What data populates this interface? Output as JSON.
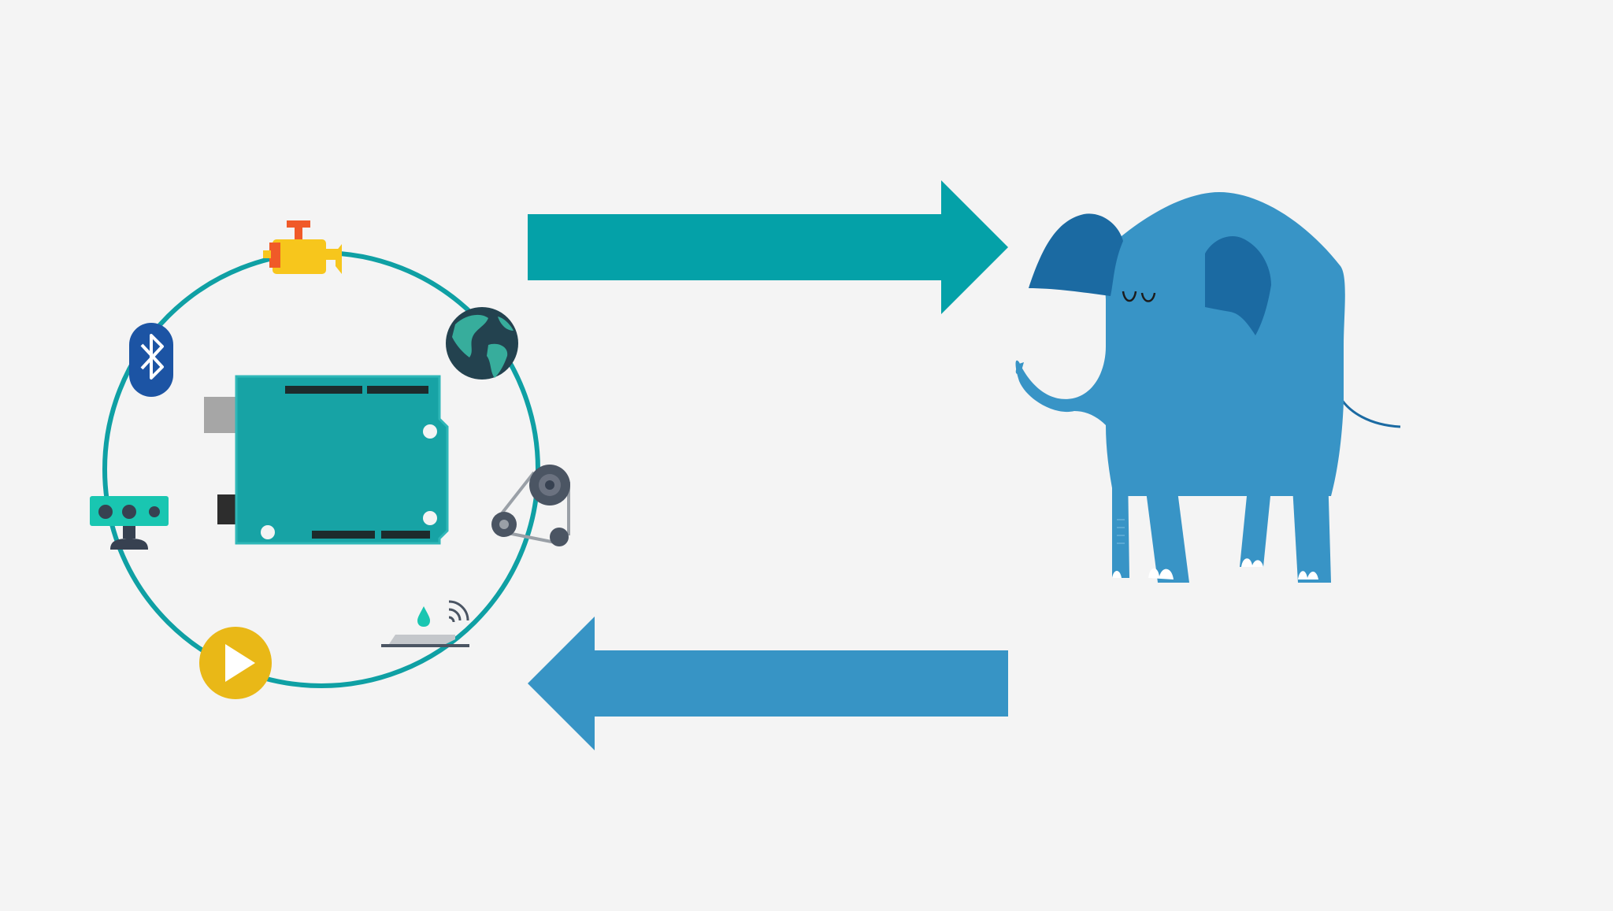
{
  "diagram": {
    "nodes": [
      {
        "id": "arduino-cycle",
        "kind": "device-ecosystem"
      },
      {
        "id": "elephant",
        "kind": "database-mascot"
      }
    ],
    "edges": [
      {
        "from": "arduino-cycle",
        "to": "elephant",
        "direction": "right"
      },
      {
        "from": "elephant",
        "to": "arduino-cycle",
        "direction": "left"
      }
    ],
    "ring_icons": [
      "engine-icon",
      "globe-icon",
      "motor-pulley-icon",
      "moisture-sensor-icon",
      "play-icon",
      "ultrasonic-sensor-icon",
      "bluetooth-icon"
    ]
  },
  "colors": {
    "background": "#f4f4f4",
    "ring": "#0fa0a4",
    "arrow_right": "#04a1a8",
    "arrow_left": "#3794c5",
    "board": "#17a3a5",
    "elephant_body": "#3894c6",
    "elephant_ear": "#1b6aa2",
    "bluetooth": "#1c54a4",
    "play": "#e9b817",
    "engine": "#f7c61c",
    "engine_accent": "#f05a28",
    "globe_ocean": "#23424f",
    "globe_land": "#37ad9c",
    "sensor": "#19c6b1",
    "gray_part": "#8a8f96"
  }
}
